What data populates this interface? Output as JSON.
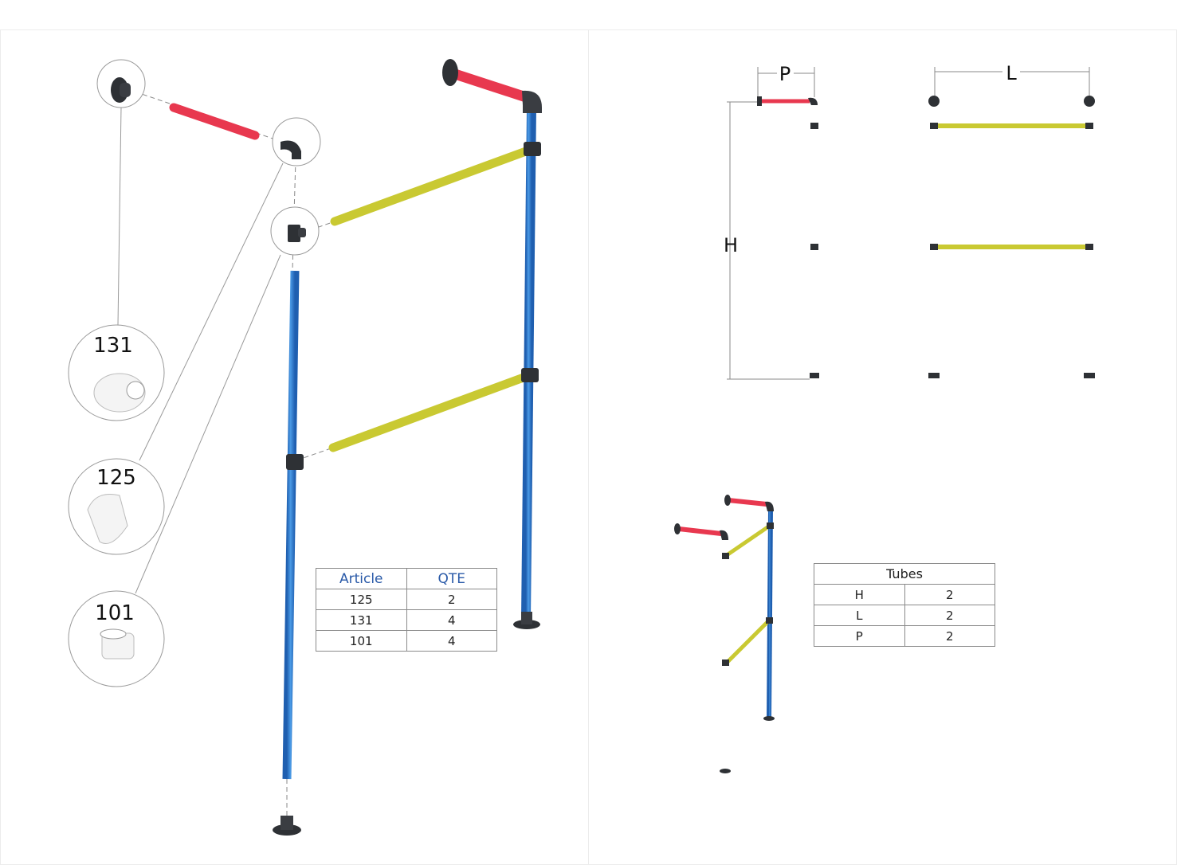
{
  "callouts": [
    {
      "number": "131"
    },
    {
      "number": "125"
    },
    {
      "number": "101"
    }
  ],
  "parts_table": {
    "headers": [
      "Article",
      "QTE"
    ],
    "rows": [
      [
        "125",
        "2"
      ],
      [
        "131",
        "4"
      ],
      [
        "101",
        "4"
      ]
    ]
  },
  "dimensions": {
    "height": "H",
    "depth": "P",
    "length": "L"
  },
  "tubes_table": {
    "title": "Tubes",
    "rows": [
      [
        "H",
        "2"
      ],
      [
        "L",
        "2"
      ],
      [
        "P",
        "2"
      ]
    ]
  },
  "colors": {
    "upright_tube": "#3d86d6",
    "depth_tube": "#e8384f",
    "rail_tube": "#c9c932",
    "fitting": "#2e3135"
  }
}
